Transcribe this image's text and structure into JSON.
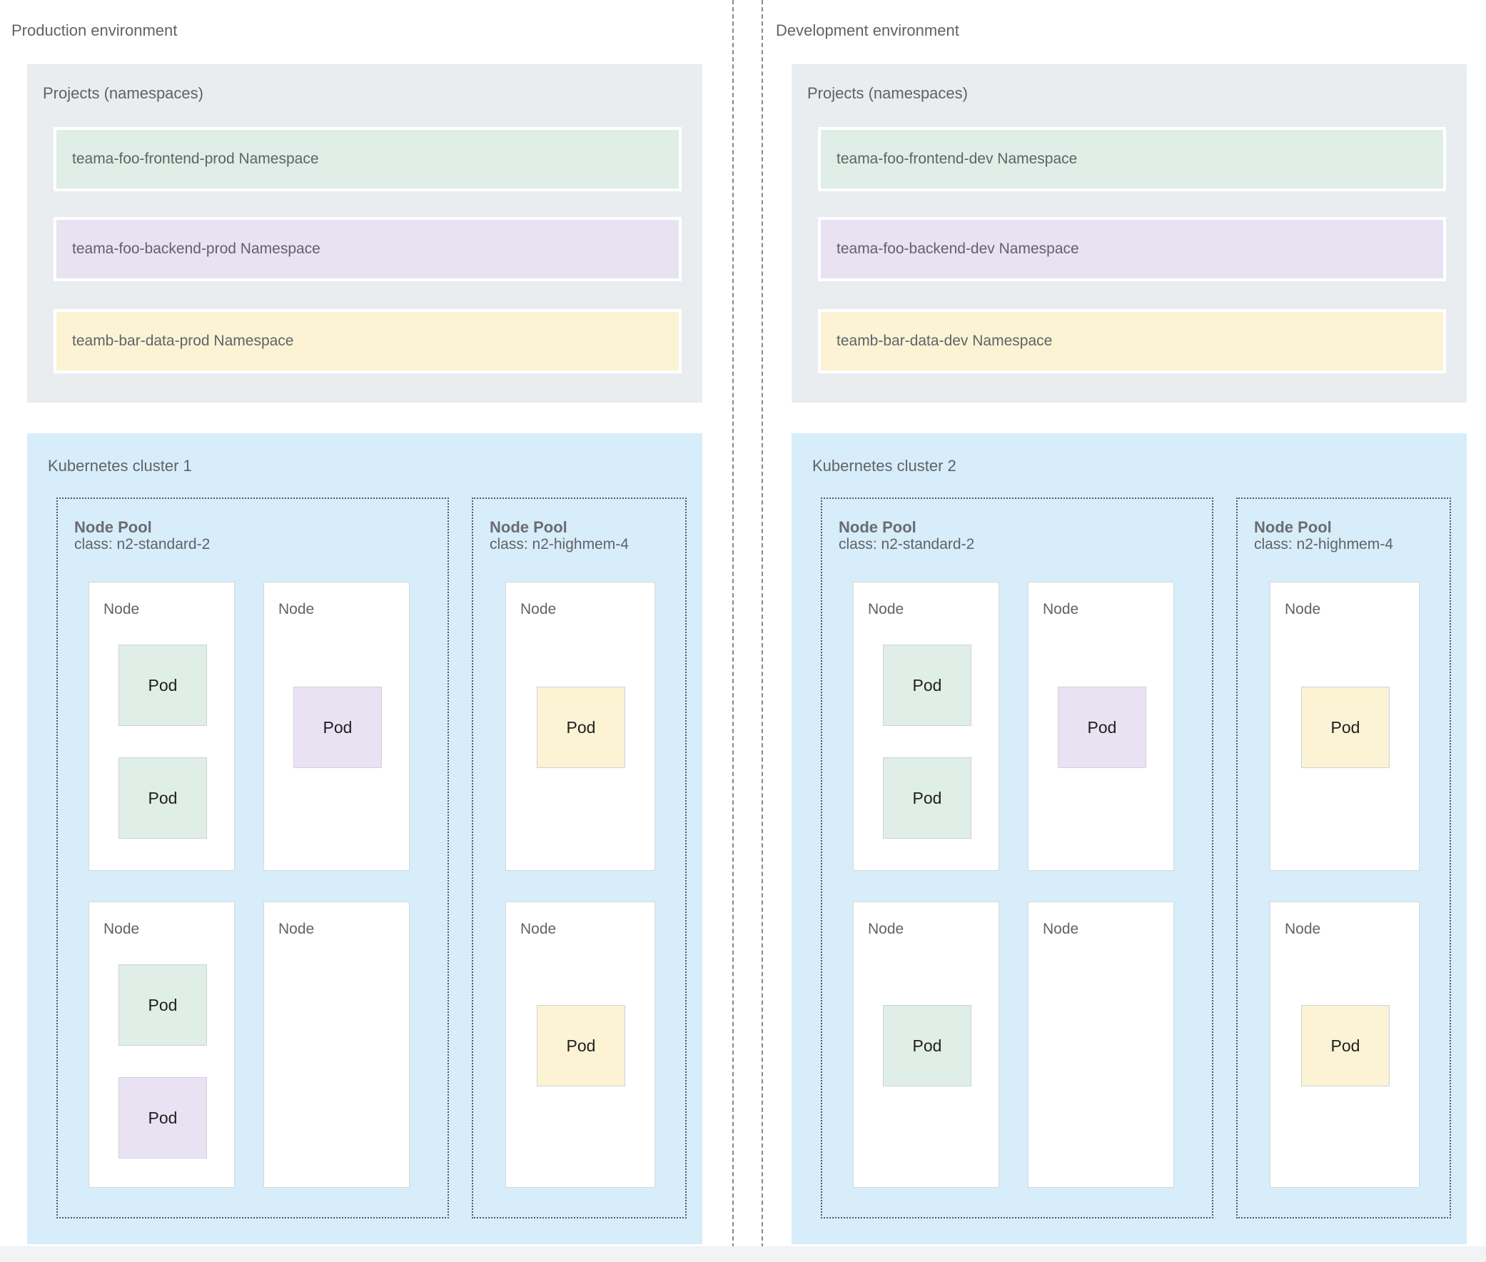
{
  "colors": {
    "canvas_bg": "#ffffff",
    "projects_box_bg": "#e9edf0",
    "cluster_box_bg": "#d7edf9",
    "green": "#dfeee6",
    "purple": "#e9e2f3",
    "yellow": "#fbf3d4",
    "text_gray": "#5f6368",
    "bottom_strip_bg": "#f1f3f4"
  },
  "environments": [
    {
      "title": "Production environment",
      "projects_title": "Projects (namespaces)",
      "namespaces": [
        {
          "label": "teama-foo-frontend-prod Namespace",
          "color": "green"
        },
        {
          "label": "teama-foo-backend-prod Namespace",
          "color": "purple"
        },
        {
          "label": "teamb-bar-data-prod Namespace",
          "color": "yellow"
        }
      ],
      "cluster": {
        "title": "Kubernetes cluster 1",
        "node_pools": [
          {
            "title": "Node Pool",
            "class_label": "class: n2-standard-2",
            "columns": 2,
            "nodes": [
              {
                "label": "Node",
                "pods": [
                  {
                    "label": "Pod",
                    "color": "green",
                    "slot": "upper"
                  },
                  {
                    "label": "Pod",
                    "color": "green",
                    "slot": "lower"
                  }
                ]
              },
              {
                "label": "Node",
                "pods": [
                  {
                    "label": "Pod",
                    "color": "purple",
                    "slot": "middle"
                  }
                ]
              },
              {
                "label": "Node",
                "pods": [
                  {
                    "label": "Pod",
                    "color": "green",
                    "slot": "upper"
                  },
                  {
                    "label": "Pod",
                    "color": "purple",
                    "slot": "lower"
                  }
                ]
              },
              {
                "label": "Node",
                "pods": []
              }
            ]
          },
          {
            "title": "Node Pool",
            "class_label": "class: n2-highmem-4",
            "columns": 1,
            "nodes": [
              {
                "label": "Node",
                "pods": [
                  {
                    "label": "Pod",
                    "color": "yellow",
                    "slot": "middle"
                  }
                ]
              },
              {
                "label": "Node",
                "pods": [
                  {
                    "label": "Pod",
                    "color": "yellow",
                    "slot": "middle"
                  }
                ]
              }
            ]
          }
        ]
      }
    },
    {
      "title": "Development environment",
      "projects_title": "Projects (namespaces)",
      "namespaces": [
        {
          "label": "teama-foo-frontend-dev Namespace",
          "color": "green"
        },
        {
          "label": "teama-foo-backend-dev Namespace",
          "color": "purple"
        },
        {
          "label": "teamb-bar-data-dev Namespace",
          "color": "yellow"
        }
      ],
      "cluster": {
        "title": "Kubernetes cluster 2",
        "node_pools": [
          {
            "title": "Node Pool",
            "class_label": "class: n2-standard-2",
            "columns": 2,
            "nodes": [
              {
                "label": "Node",
                "pods": [
                  {
                    "label": "Pod",
                    "color": "green",
                    "slot": "upper"
                  },
                  {
                    "label": "Pod",
                    "color": "green",
                    "slot": "lower"
                  }
                ]
              },
              {
                "label": "Node",
                "pods": [
                  {
                    "label": "Pod",
                    "color": "purple",
                    "slot": "middle"
                  }
                ]
              },
              {
                "label": "Node",
                "pods": [
                  {
                    "label": "Pod",
                    "color": "green",
                    "slot": "middle"
                  }
                ]
              },
              {
                "label": "Node",
                "pods": []
              }
            ]
          },
          {
            "title": "Node Pool",
            "class_label": "class: n2-highmem-4",
            "columns": 1,
            "nodes": [
              {
                "label": "Node",
                "pods": [
                  {
                    "label": "Pod",
                    "color": "yellow",
                    "slot": "middle"
                  }
                ]
              },
              {
                "label": "Node",
                "pods": [
                  {
                    "label": "Pod",
                    "color": "yellow",
                    "slot": "middle"
                  }
                ]
              }
            ]
          }
        ]
      }
    }
  ]
}
